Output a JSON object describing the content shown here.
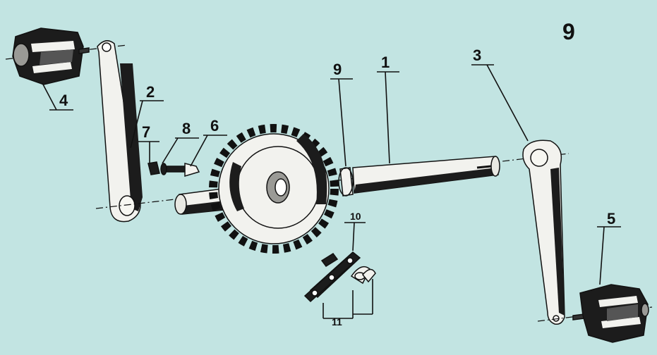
{
  "figure_number": "9",
  "labels": {
    "axle": "1",
    "left_crank": "2",
    "right_crank": "3",
    "left_pedal": "4",
    "right_pedal": "5",
    "cotter_pin": "6",
    "cotter_nut": "7",
    "washer": "8",
    "spacer_ring": "9",
    "chain": "10",
    "chain_link": "11"
  },
  "colors": {
    "background": "#c2e4e2",
    "ink": "#111111"
  }
}
